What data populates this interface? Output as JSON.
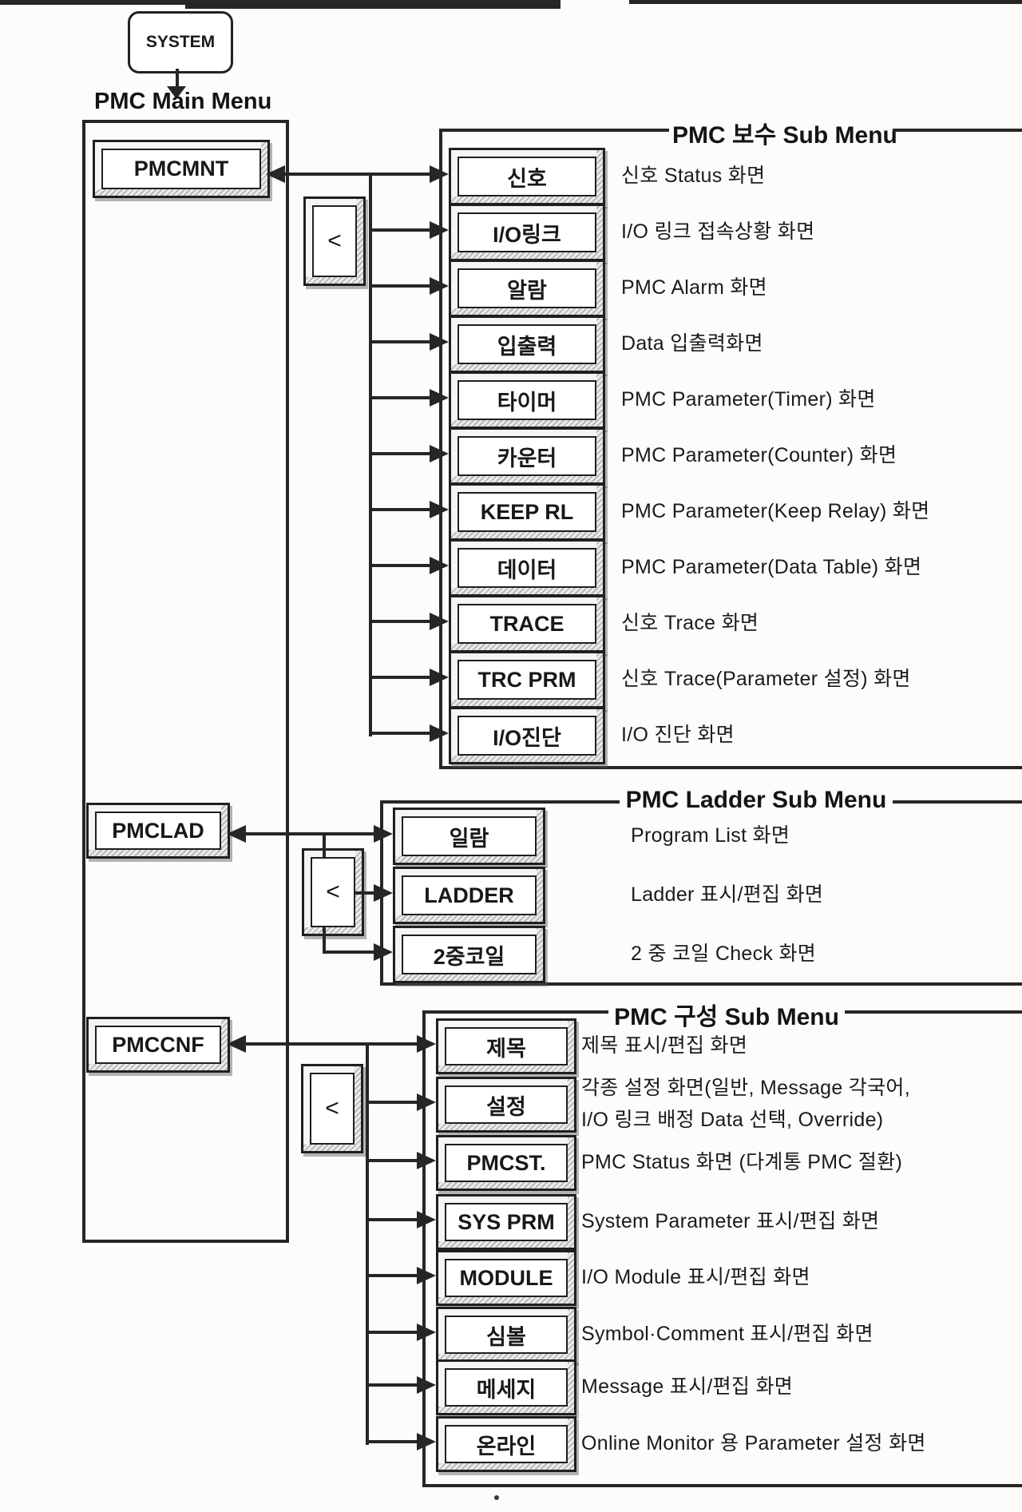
{
  "system_key": {
    "label": "SYSTEM"
  },
  "main_menu": {
    "label": "PMC Main Menu",
    "keys": [
      {
        "label": "PMCMNT"
      },
      {
        "label": "PMCLAD"
      },
      {
        "label": "PMCCNF"
      }
    ]
  },
  "chevron_key": {
    "label": "<"
  },
  "sections": [
    {
      "title": "PMC 보수 Sub Menu",
      "items": [
        {
          "key": "신호",
          "desc": "신호 Status 화면"
        },
        {
          "key": "I/O링크",
          "desc": "I/O 링크 접속상황 화면"
        },
        {
          "key": "알람",
          "desc": "PMC Alarm 화면"
        },
        {
          "key": "입출력",
          "desc": "Data 입출력화면"
        },
        {
          "key": "타이머",
          "desc": "PMC Parameter(Timer) 화면"
        },
        {
          "key": "카운터",
          "desc": "PMC Parameter(Counter) 화면"
        },
        {
          "key": "KEEP RL",
          "desc": "PMC Parameter(Keep Relay) 화면"
        },
        {
          "key": "데이터",
          "desc": "PMC Parameter(Data Table) 화면"
        },
        {
          "key": "TRACE",
          "desc": "신호 Trace 화면"
        },
        {
          "key": "TRC PRM",
          "desc": "신호 Trace(Parameter 설정) 화면"
        },
        {
          "key": "I/O진단",
          "desc": "I/O 진단 화면"
        }
      ]
    },
    {
      "title": "PMC Ladder Sub Menu",
      "items": [
        {
          "key": "일람",
          "desc": "Program List 화면"
        },
        {
          "key": "LADDER",
          "desc": "Ladder 표시/편집 화면"
        },
        {
          "key": "2중코일",
          "desc": "2 중 코일 Check 화면"
        }
      ]
    },
    {
      "title": "PMC 구성 Sub Menu",
      "items": [
        {
          "key": "제목",
          "desc": "제목 표시/편집 화면"
        },
        {
          "key": "설정",
          "desc": "각종 설정 화면(일반, Message 각국어,",
          "desc2": "I/O 링크 배정 Data 선택, Override)"
        },
        {
          "key": "PMCST.",
          "desc": "PMC Status 화면 (다계통 PMC 절환)"
        },
        {
          "key": "SYS PRM",
          "desc": "System Parameter 표시/편집 화면"
        },
        {
          "key": "MODULE",
          "desc": "I/O Module 표시/편집 화면"
        },
        {
          "key": "심볼",
          "desc": "Symbol·Comment 표시/편집 화면"
        },
        {
          "key": "메세지",
          "desc": "Message 표시/편집 화면"
        },
        {
          "key": "온라인",
          "desc": "Online Monitor 용 Parameter 설정 화면"
        }
      ]
    }
  ]
}
